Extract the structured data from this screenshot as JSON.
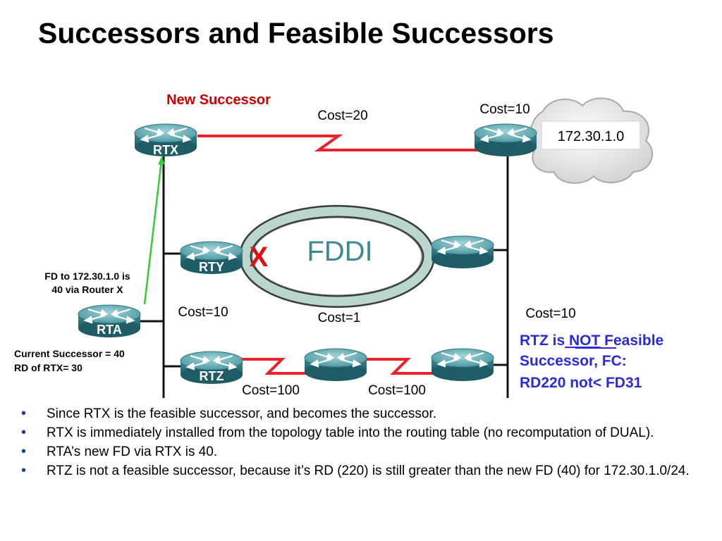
{
  "title": "Successors and Feasible Successors",
  "routers": {
    "rtx": "RTX",
    "rty": "RTY",
    "rta": "RTA",
    "rtz": "RTZ"
  },
  "network": {
    "destination": "172.30.1.0",
    "ring": "FDDI",
    "failure_mark": "X"
  },
  "links": {
    "rtx_to_dest": "Cost=20",
    "dest_router": "Cost=10",
    "rta_left": "Cost=10",
    "ring": "Cost=1",
    "right_vertical": "Cost=10",
    "rtz_to_mid": "Cost=100",
    "mid_to_right": "Cost=100"
  },
  "annotations": {
    "new_successor": "New Successor",
    "fd_line1": "FD to 172.30.1.0 is",
    "fd_line2": "40 via Router X",
    "current_line1": "Current Successor = 40",
    "current_line2": "RD of RTX= 30",
    "rtz_line1_a": "RTZ is",
    "rtz_line1_not": " NOT",
    "rtz_line1_b": " Feasible",
    "rtz_line2": "Successor, FC:",
    "rtz_line3": "RD220 not< FD31"
  },
  "colors": {
    "red_link": "#e8232a",
    "green_link": "#33cc33",
    "blue_note": "#2b2bd6",
    "red_label": "#cc0000",
    "router_body": "#3e8a94"
  },
  "bullets": [
    "Since RTX is the feasible successor, and becomes the successor.",
    "RTX is immediately installed from the topology table into the routing table (no recomputation of DUAL).",
    "RTA’s new FD via RTX is 40.",
    "RTZ is not a feasible successor, because it’s RD (220) is still greater than the new FD (40) for 172.30.1.0/24."
  ]
}
